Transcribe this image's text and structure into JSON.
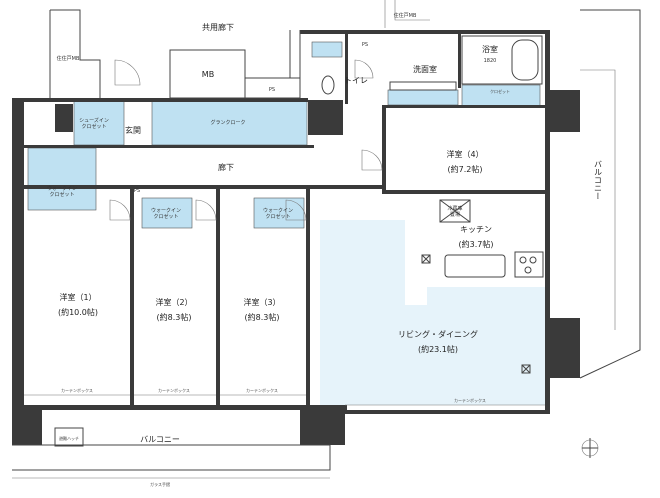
{
  "labels": {
    "kyoyo_roka": "共用廊下",
    "mb_left": "住住戸MB",
    "mb_top": "住住戸MB",
    "mb_center": "MB",
    "ps1": "PS",
    "ps2": "PS",
    "ps3": "PS",
    "genkan": "玄関",
    "shoes_in_closet": "シューズイン\nクロゼット",
    "walk_in_closet_top": "グランクローク",
    "roka": "廊下",
    "toilet": "トイレ",
    "senmenjo": "洗面室",
    "yokushitsu": "浴室",
    "yokushitsu_size": "1820",
    "yoshitsu4": "洋室（4）",
    "yoshitsu4_size": "(約7.2帖)",
    "kitchen": "キッチン",
    "kitchen_size": "(約3.7帖)",
    "ldk": "リビング・ダイニング",
    "ldk_size": "(約23.1帖)",
    "yoshitsu1": "洋室（1）",
    "yoshitsu1_size": "(約10.0帖)",
    "yoshitsu2": "洋室（2）",
    "yoshitsu2_size": "(約8.3帖)",
    "yoshitsu3": "洋室（3）",
    "yoshitsu3_size": "(約8.3帖)",
    "balcony_bottom": "バルコニー",
    "balcony_right": "バルコニー",
    "walk_in_1": "ウォークイン\nクロゼット",
    "walk_in_2": "ウォークイン\nクロゼット",
    "walk_in_3": "ウォークイン\nクロゼット",
    "closet": "クロゼット",
    "curtain_box": "カーテンボックス",
    "reizoko": "冷蔵庫\n置場",
    "hinan_hatch": "避難ハッチ",
    "glass_tesuri": "ガラス手摺"
  }
}
